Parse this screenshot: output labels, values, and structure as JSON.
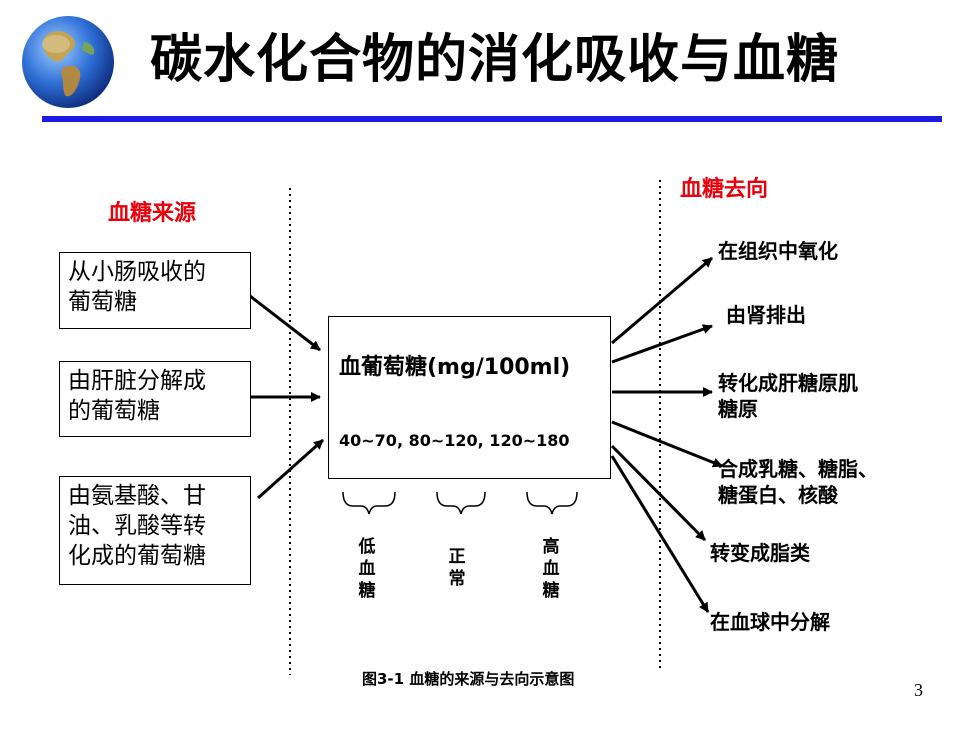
{
  "title": "碳水化合物的消化吸收与血糖",
  "left_header": "血糖来源",
  "right_header": "血糖去向",
  "sources": [
    {
      "lines": [
        "从小肠吸收的",
        "葡萄糖"
      ]
    },
    {
      "lines": [
        "由肝脏分解成",
        "的葡萄糖"
      ]
    },
    {
      "lines": [
        "由氨基酸、甘",
        "油、乳酸等转",
        "化成的葡萄糖"
      ]
    }
  ],
  "center": {
    "title": "血葡萄糖(mg/100ml)",
    "ranges": "40~70,  80~120, 120~180"
  },
  "ranges": [
    {
      "label": "低血糖"
    },
    {
      "label": "正常"
    },
    {
      "label": "高血糖"
    }
  ],
  "destinations": [
    {
      "lines": [
        "在组织中氧化"
      ]
    },
    {
      "lines": [
        "由肾排出"
      ]
    },
    {
      "lines": [
        "转化成肝糖原肌",
        "糖原"
      ]
    },
    {
      "lines": [
        "合成乳糖、糖脂、",
        "糖蛋白、核酸"
      ]
    },
    {
      "lines": [
        "转变成脂类"
      ]
    },
    {
      "lines": [
        "在血球中分解"
      ]
    }
  ],
  "caption": "图3-1 血糖的来源与去向示意图",
  "page_number": "3",
  "colors": {
    "accent_rule": "#1c1ce0",
    "header_red": "#e8000b"
  },
  "icons": {
    "logo": "globe-icon"
  }
}
